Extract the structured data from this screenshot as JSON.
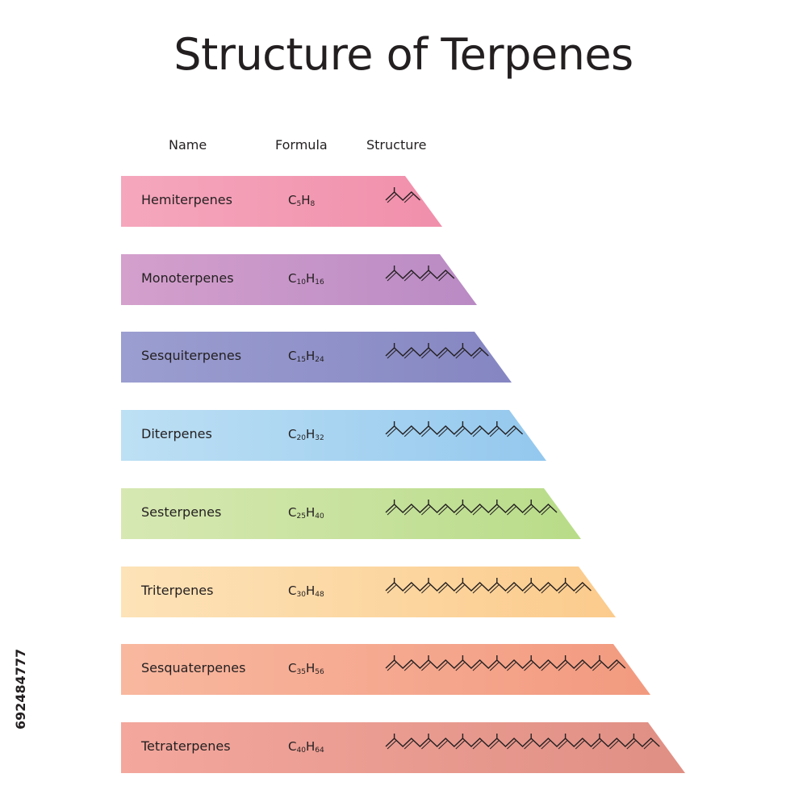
{
  "title": "Structure of Terpenes",
  "headers": {
    "name": "Name",
    "formula": "Formula",
    "structure": "Structure"
  },
  "rows": [
    {
      "name": "Hemiterpenes",
      "formula_c": "5",
      "formula_h": "8",
      "units": 1,
      "color_left": "#f5a7bd",
      "color_right": "#f18fab"
    },
    {
      "name": "Monoterpenes",
      "formula_c": "10",
      "formula_h": "16",
      "units": 2,
      "color_left": "#d4a0cc",
      "color_right": "#b98ac4"
    },
    {
      "name": "Sesquiterpenes",
      "formula_c": "15",
      "formula_h": "24",
      "units": 3,
      "color_left": "#9b9ed0",
      "color_right": "#8586c2"
    },
    {
      "name": "Diterpenes",
      "formula_c": "20",
      "formula_h": "32",
      "units": 4,
      "color_left": "#bde0f4",
      "color_right": "#94c8ee"
    },
    {
      "name": "Sesterpenes",
      "formula_c": "25",
      "formula_h": "40",
      "units": 5,
      "color_left": "#d7e8b3",
      "color_right": "#b8dc88"
    },
    {
      "name": "Triterpenes",
      "formula_c": "30",
      "formula_h": "48",
      "units": 6,
      "color_left": "#fde3b8",
      "color_right": "#fbcb8c"
    },
    {
      "name": "Sesquaterpenes",
      "formula_c": "35",
      "formula_h": "56",
      "units": 7,
      "color_left": "#f8b89f",
      "color_right": "#f29a80"
    },
    {
      "name": "Tetraterpenes",
      "formula_c": "40",
      "formula_h": "64",
      "units": 8,
      "color_left": "#f3a79d",
      "color_right": "#e08f84"
    }
  ],
  "side_id": "692484777"
}
